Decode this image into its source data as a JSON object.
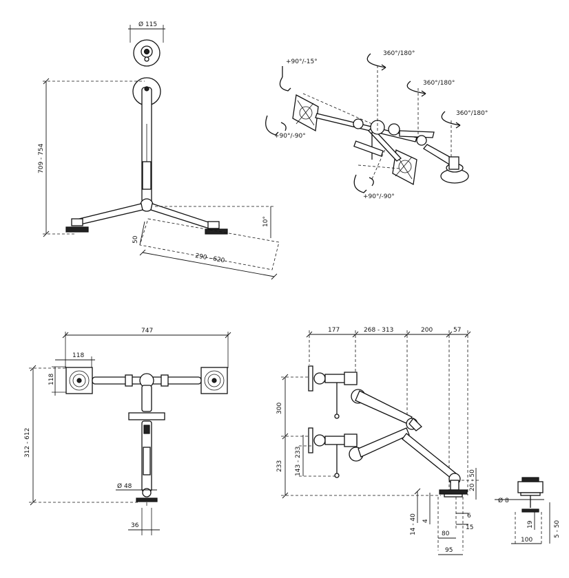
{
  "top_left_view": {
    "clamp_diameter": "Ø 115",
    "height_range": "709 - 754",
    "base_offset": "50",
    "arm_reach": "290 - 620",
    "tilt_angle": "10°"
  },
  "top_right_view": {
    "tilt_top": "+90°/-15°",
    "swivel_1": "360°/180°",
    "swivel_2": "360°/180°",
    "swivel_3": "360°/180°",
    "rotate_left": "+90°/-90°",
    "rotate_right": "+90°/-90°"
  },
  "front_view": {
    "total_width": "747",
    "vesa_width": "118",
    "vesa_height": "118",
    "height_range": "312 - 612",
    "pole_diameter": "Ø 48",
    "pole_width": "36"
  },
  "side_view": {
    "depth_1": "177",
    "depth_2": "268 - 313",
    "depth_3": "200",
    "depth_4": "57",
    "upper_height": "300",
    "lower_height": "233",
    "lower_range": "143 - 233",
    "clamp_range": "20 - 50",
    "desk_thickness": "14 - 40",
    "offset_4": "4",
    "offset_6": "6",
    "offset_15": "15",
    "base_80": "80",
    "base_95": "95"
  },
  "clamp_detail": {
    "bolt_diameter": "Ø 8",
    "grommet_19": "19",
    "grommet_range": "5 - 50",
    "plate_width": "100"
  }
}
